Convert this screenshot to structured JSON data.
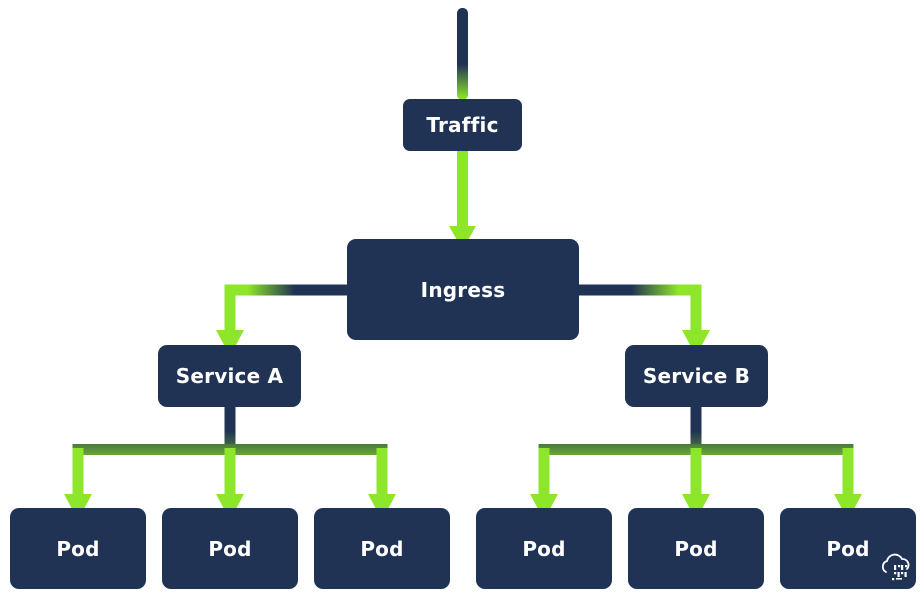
{
  "diagram": {
    "nodes": {
      "traffic": "Traffic",
      "ingress": "Ingress",
      "service_a": "Service A",
      "service_b": "Service B",
      "pods": [
        "Pod",
        "Pod",
        "Pod",
        "Pod",
        "Pod",
        "Pod"
      ]
    },
    "edges": [
      {
        "from": "traffic",
        "to": "ingress"
      },
      {
        "from": "ingress",
        "to": "service_a"
      },
      {
        "from": "ingress",
        "to": "service_b"
      },
      {
        "from": "service_a",
        "to": "pod_1"
      },
      {
        "from": "service_a",
        "to": "pod_2"
      },
      {
        "from": "service_a",
        "to": "pod_3"
      },
      {
        "from": "service_b",
        "to": "pod_4"
      },
      {
        "from": "service_b",
        "to": "pod_5"
      },
      {
        "from": "service_b",
        "to": "pod_6"
      }
    ],
    "colors": {
      "node_fill": "#203354",
      "node_text": "#ffffff",
      "connector_dark": "#203354",
      "connector_green": "#8ee62a"
    },
    "icons": [
      "cloud-binary-logo-icon"
    ]
  }
}
